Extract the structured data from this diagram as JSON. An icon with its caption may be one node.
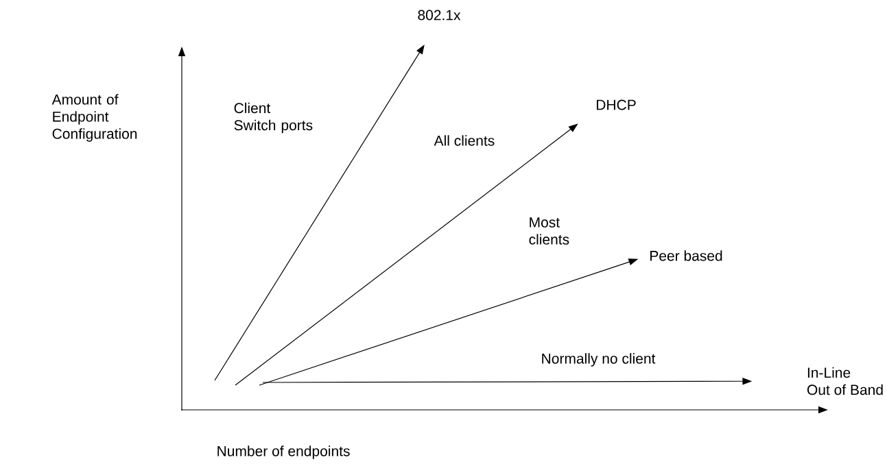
{
  "diagram": {
    "nodes": [
      {
        "text": [
          "802.1x"
        ]
      },
      {
        "text": [
          "DHCP"
        ]
      },
      {
        "text": [
          "Peer based"
        ]
      },
      {
        "text": [
          "In-Line",
          "Out of Band"
        ]
      }
    ],
    "edges": [
      {
        "from": null,
        "to": 0,
        "arrow": "to",
        "label": "Client Switch ports"
      },
      {
        "from": null,
        "to": 1,
        "arrow": "to",
        "label": "All clients"
      },
      {
        "from": null,
        "to": 2,
        "arrow": "to",
        "label": "Most clients"
      },
      {
        "from": null,
        "to": 3,
        "arrow": "to",
        "label": "Normally no client"
      }
    ],
    "labels": [
      "Amount of Endpoint Configuration",
      "Number of endpoints"
    ]
  }
}
